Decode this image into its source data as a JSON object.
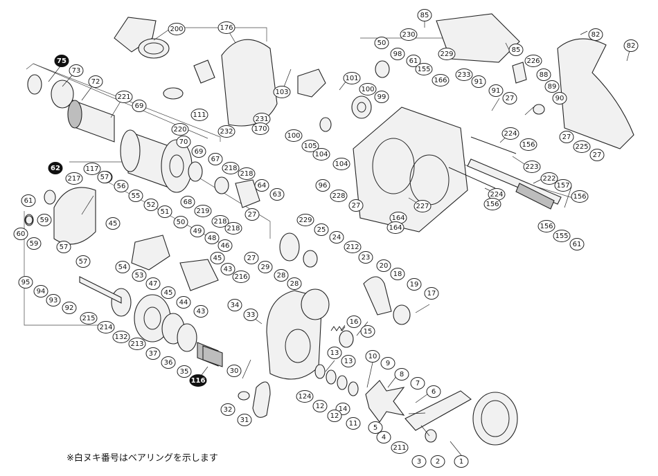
{
  "footnote": "※白ヌキ番号はベアリングを示します",
  "callouts": [
    {
      "label": "200"
    },
    {
      "label": "176"
    },
    {
      "label": "85"
    },
    {
      "label": "230"
    },
    {
      "label": "82"
    },
    {
      "label": "82"
    },
    {
      "label": "85"
    },
    {
      "label": "229"
    },
    {
      "label": "50"
    },
    {
      "label": "98"
    },
    {
      "label": "61"
    },
    {
      "label": "75",
      "filled": true
    },
    {
      "label": "73"
    },
    {
      "label": "72"
    },
    {
      "label": "103"
    },
    {
      "label": "101"
    },
    {
      "label": "155"
    },
    {
      "label": "166"
    },
    {
      "label": "233"
    },
    {
      "label": "226"
    },
    {
      "label": "88"
    },
    {
      "label": "89"
    },
    {
      "label": "90"
    },
    {
      "label": "91"
    },
    {
      "label": "91"
    },
    {
      "label": "27"
    },
    {
      "label": "100"
    },
    {
      "label": "99"
    },
    {
      "label": "221"
    },
    {
      "label": "69"
    },
    {
      "label": "111"
    },
    {
      "label": "231"
    },
    {
      "label": "170"
    },
    {
      "label": "232"
    },
    {
      "label": "220"
    },
    {
      "label": "100"
    },
    {
      "label": "105"
    },
    {
      "label": "104"
    },
    {
      "label": "104"
    },
    {
      "label": "224"
    },
    {
      "label": "156"
    },
    {
      "label": "27"
    },
    {
      "label": "225"
    },
    {
      "label": "27"
    },
    {
      "label": "70"
    },
    {
      "label": "69"
    },
    {
      "label": "67"
    },
    {
      "label": "218"
    },
    {
      "label": "218"
    },
    {
      "label": "223"
    },
    {
      "label": "62",
      "filled": true
    },
    {
      "label": "117"
    },
    {
      "label": "57"
    },
    {
      "label": "217"
    },
    {
      "label": "56"
    },
    {
      "label": "55"
    },
    {
      "label": "64"
    },
    {
      "label": "63"
    },
    {
      "label": "222"
    },
    {
      "label": "96"
    },
    {
      "label": "228"
    },
    {
      "label": "27"
    },
    {
      "label": "224"
    },
    {
      "label": "156"
    },
    {
      "label": "157"
    },
    {
      "label": "156"
    },
    {
      "label": "61"
    },
    {
      "label": "68"
    },
    {
      "label": "219"
    },
    {
      "label": "218"
    },
    {
      "label": "52"
    },
    {
      "label": "51"
    },
    {
      "label": "227"
    },
    {
      "label": "59"
    },
    {
      "label": "45"
    },
    {
      "label": "50"
    },
    {
      "label": "218"
    },
    {
      "label": "60"
    },
    {
      "label": "27"
    },
    {
      "label": "229"
    },
    {
      "label": "164"
    },
    {
      "label": "164"
    },
    {
      "label": "156"
    },
    {
      "label": "155"
    },
    {
      "label": "61"
    },
    {
      "label": "49"
    },
    {
      "label": "48"
    },
    {
      "label": "25"
    },
    {
      "label": "57"
    },
    {
      "label": "59"
    },
    {
      "label": "54"
    },
    {
      "label": "57"
    },
    {
      "label": "57"
    },
    {
      "label": "46"
    },
    {
      "label": "24"
    },
    {
      "label": "212"
    },
    {
      "label": "27"
    },
    {
      "label": "45"
    },
    {
      "label": "23"
    },
    {
      "label": "53"
    },
    {
      "label": "47"
    },
    {
      "label": "43"
    },
    {
      "label": "29"
    },
    {
      "label": "20"
    },
    {
      "label": "95"
    },
    {
      "label": "94"
    },
    {
      "label": "45"
    },
    {
      "label": "44"
    },
    {
      "label": "43"
    },
    {
      "label": "216"
    },
    {
      "label": "28"
    },
    {
      "label": "28"
    },
    {
      "label": "18"
    },
    {
      "label": "19"
    },
    {
      "label": "93"
    },
    {
      "label": "92"
    },
    {
      "label": "34"
    },
    {
      "label": "17"
    },
    {
      "label": "215"
    },
    {
      "label": "214"
    },
    {
      "label": "33"
    },
    {
      "label": "16"
    },
    {
      "label": "15"
    },
    {
      "label": "132"
    },
    {
      "label": "213"
    },
    {
      "label": "37"
    },
    {
      "label": "36"
    },
    {
      "label": "35"
    },
    {
      "label": "13"
    },
    {
      "label": "10"
    },
    {
      "label": "13"
    },
    {
      "label": "9"
    },
    {
      "label": "8"
    },
    {
      "label": "30"
    },
    {
      "label": "116",
      "filled": true
    },
    {
      "label": "7"
    },
    {
      "label": "6"
    },
    {
      "label": "124"
    },
    {
      "label": "12"
    },
    {
      "label": "14"
    },
    {
      "label": "32"
    },
    {
      "label": "12"
    },
    {
      "label": "11"
    },
    {
      "label": "31"
    },
    {
      "label": "5"
    },
    {
      "label": "4"
    },
    {
      "label": "211"
    },
    {
      "label": "3"
    },
    {
      "label": "2"
    },
    {
      "label": "1"
    }
  ]
}
